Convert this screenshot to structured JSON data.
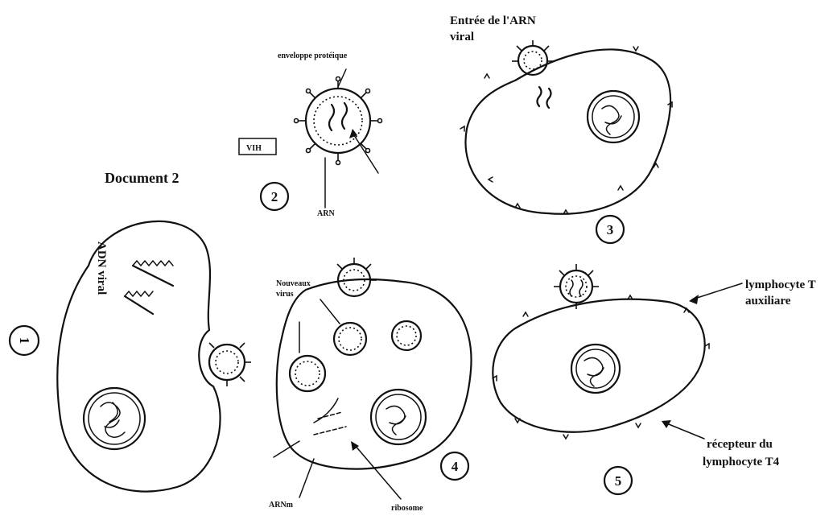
{
  "document_title": "Document 2",
  "stage_numbers": [
    "1",
    "2",
    "3",
    "4",
    "5"
  ],
  "labels": {
    "adn_viral": "ADN viral",
    "enveloppe": "enveloppe protéique",
    "vih": "VIH",
    "arn": "ARN",
    "entree_line1": "Entrée de l'ARN",
    "entree_line2": "viral",
    "nouveaux_line1": "Nouveaux",
    "nouveaux_line2": "virus",
    "arnm": "ARNm",
    "ribosome": "ribosome",
    "lymphocyte_line1": "lymphocyte T",
    "lymphocyte_line2": "auxiliare",
    "recepteur_line1": "récepteur du",
    "recepteur_line2": "lymphocyte T4"
  }
}
